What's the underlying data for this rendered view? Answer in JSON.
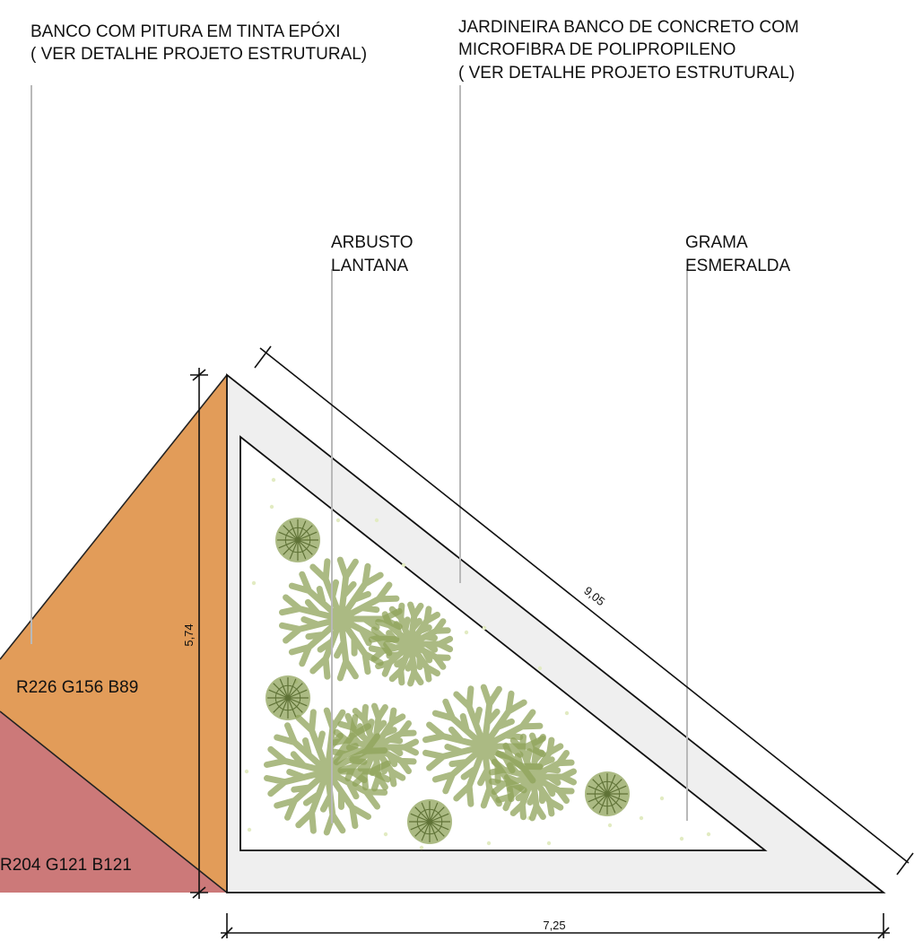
{
  "labels": {
    "bench_line1": "BANCO COM PITURA EM TINTA EPÓXI",
    "bench_line2": "( VER DETALHE PROJETO ESTRUTURAL)",
    "planter_line1": "JARDINEIRA BANCO DE CONCRETO COM",
    "planter_line2": "MICROFIBRA DE POLIPROPILENO",
    "planter_line3": "( VER DETALHE PROJETO ESTRUTURAL)",
    "shrub_line1": "ARBUSTO",
    "shrub_line2": "LANTANA",
    "grass_line1": "GRAMA",
    "grass_line2": "ESMERALDA"
  },
  "colors": {
    "bench_orange": "#E29C59",
    "bench_orange_label": "R226 G156 B89",
    "bench_red": "#CC7979",
    "bench_red_label": "R204 G121 B121",
    "concrete": "#EFEFEF",
    "plant_green": "#8FA35A",
    "grass_dot": "#E2EBC2"
  },
  "dimensions": {
    "height": "5,74",
    "hypotenuse": "9,05",
    "width": "7,25"
  }
}
